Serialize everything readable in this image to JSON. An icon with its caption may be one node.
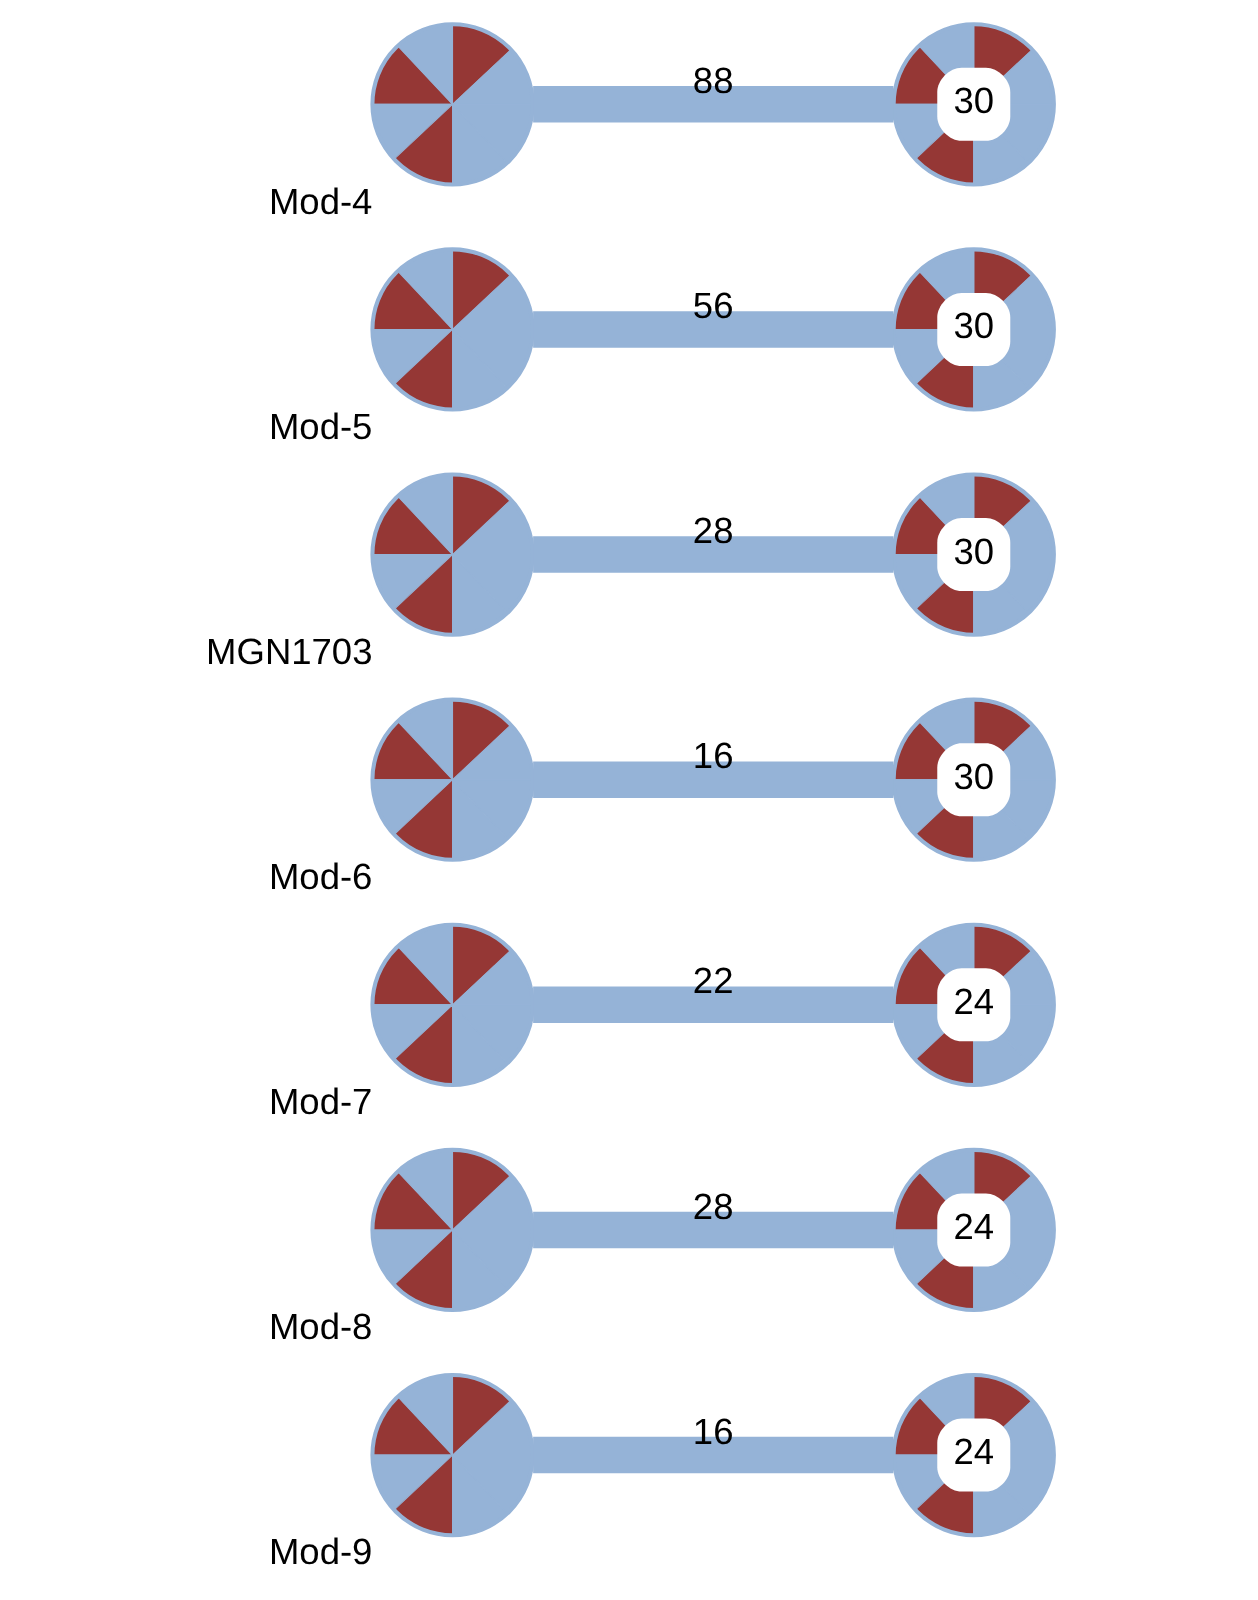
{
  "diagram": {
    "nodes": [
      {
        "text": [],
        "shape": "circle",
        "beside": [
          "Mod-4"
        ]
      },
      {
        "text": [
          "30"
        ]
      },
      {
        "text": [],
        "shape": "circle",
        "beside": [
          "Mod-5"
        ]
      },
      {
        "text": [
          "30"
        ]
      },
      {
        "text": [],
        "shape": "circle",
        "beside": [
          "MGN1703"
        ]
      },
      {
        "text": [
          "30"
        ]
      },
      {
        "text": [],
        "shape": "circle",
        "beside": [
          "Mod-6"
        ]
      },
      {
        "text": [
          "30"
        ]
      },
      {
        "text": [],
        "shape": "circle",
        "beside": [
          "Mod-7"
        ]
      },
      {
        "text": [
          "24"
        ]
      },
      {
        "text": [],
        "shape": "circle",
        "beside": [
          "Mod-8"
        ]
      },
      {
        "text": [
          "24"
        ]
      },
      {
        "text": [],
        "shape": "circle",
        "beside": [
          "Mod-9"
        ]
      },
      {
        "text": [
          "24"
        ]
      }
    ],
    "edges": [
      {
        "from": 0,
        "to": 1,
        "arrow": "none",
        "label": "88"
      },
      {
        "from": 2,
        "to": 3,
        "arrow": "none",
        "label": "56"
      },
      {
        "from": 4,
        "to": 5,
        "arrow": "none",
        "label": "28"
      },
      {
        "from": 6,
        "to": 7,
        "arrow": "none",
        "label": "16"
      },
      {
        "from": 8,
        "to": 9,
        "arrow": "none",
        "label": "22"
      },
      {
        "from": 10,
        "to": 11,
        "arrow": "none",
        "label": "28"
      },
      {
        "from": 12,
        "to": 13,
        "arrow": "none",
        "label": "16"
      }
    ]
  }
}
